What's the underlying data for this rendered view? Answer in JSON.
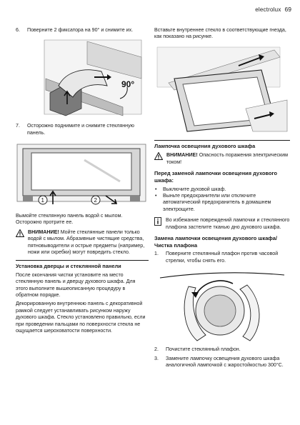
{
  "header": {
    "brand": "electrolux",
    "page_number": "69"
  },
  "left": {
    "step6": {
      "num": "6.",
      "text": "Поверните 2 фиксатора на 90° и снимите их."
    },
    "fig1_angle": "90°",
    "step7": {
      "num": "7.",
      "text": "Осторожно поднимите и снимите стеклянную панель."
    },
    "fig2_marks": [
      "1",
      "2"
    ],
    "wash_text": "Вымойте стеклянную панель водой с мылом. Осторожно протрите ее.",
    "warning": {
      "label": "ВНИМАНИЕ!",
      "text": "Мойте стеклянные панели только водой с мылом. Абразивные чистящие средства, пятновыводители и острые предметы (например, ножи или скребки) могут повредить стекло."
    },
    "install_heading": "Установка дверцы и стеклянной панели",
    "install_text": "После окончания чистки установите на место стеклянную панель и дверцу духового шкафа. Для этого выполните вышеописанную процедуру в обратном порядке.",
    "decor_text": "Декорированную внутреннюю панель с декоративной рамкой следует устанавливать рисунком наружу духового шкафа. Стекло установлено правильно, если при проведении пальцами по поверхности стекла не ощущается шероховатости поверхности."
  },
  "right": {
    "intro": "Вставьте внутреннее стекло в соответствующие гнезда, как показано на рисунке.",
    "lamp_heading": "Лампочка освещения духового шкафа",
    "warning": {
      "label": "ВНИМАНИЕ!",
      "text": "Опасность поражения электрическим током!"
    },
    "before_heading": "Перед заменой лампочки освещения духового шкафа:",
    "bullets": [
      "Выключите духовой шкаф.",
      "Выньте предохранители или отключите автоматический предохранитель в домашнем электрощите."
    ],
    "info_text": "Во избежание повреждений лампочки и стеклянного плафона застелите тканью дно духового шкафа.",
    "replace_heading": "Замена лампочки освещения духового шкафа/Чистка плафона",
    "steps": [
      {
        "num": "1.",
        "text": "Поверните стеклянный плафон против часовой стрелки, чтобы снять его."
      },
      {
        "num": "2.",
        "text": "Почистите стеклянный плафон."
      },
      {
        "num": "3.",
        "text": "Замените лампочку освещения духового шкафа аналогичной лампочкой с жаростойкостью 300°C."
      }
    ]
  }
}
